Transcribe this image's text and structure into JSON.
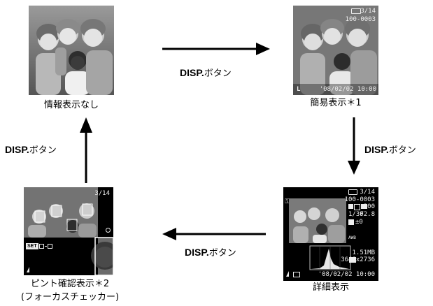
{
  "captions": {
    "no_info": "情報表示なし",
    "simple": "簡易表示＊1",
    "detailed": "詳細表示",
    "focus_line1": "ピント確認表示＊2",
    "focus_line2": "(フォーカスチェッカー)"
  },
  "arrows": {
    "top_bold": "DISP.",
    "top_kana": "ボタン",
    "right_bold": "DISP.",
    "right_kana": "ボタン",
    "bottom_bold": "DISP.",
    "bottom_kana": "ボタン",
    "left_bold": "DISP.",
    "left_kana": "ボタン"
  },
  "simple_screen": {
    "counter": "3/14",
    "file_no": "100-0003",
    "datetime": "'08/02/02  10:00",
    "size_icon": "L"
  },
  "detailed_screen": {
    "counter": "3/14",
    "file_no": "100-0003",
    "iso": "200",
    "shutter": "1/30",
    "aperture": "F2.8",
    "exposure": "±0",
    "awb": "AWB",
    "filesize": "1.51MB",
    "resolution": "3648x2736",
    "datetime": "'08/02/02  10:00"
  },
  "focus_screen": {
    "counter": "3/14",
    "set_label": "SET",
    "size_icon": "L"
  },
  "colors": {
    "arrow": "#000000",
    "osd_text": "#eeeeee",
    "focus_frame": "#ffffff"
  }
}
